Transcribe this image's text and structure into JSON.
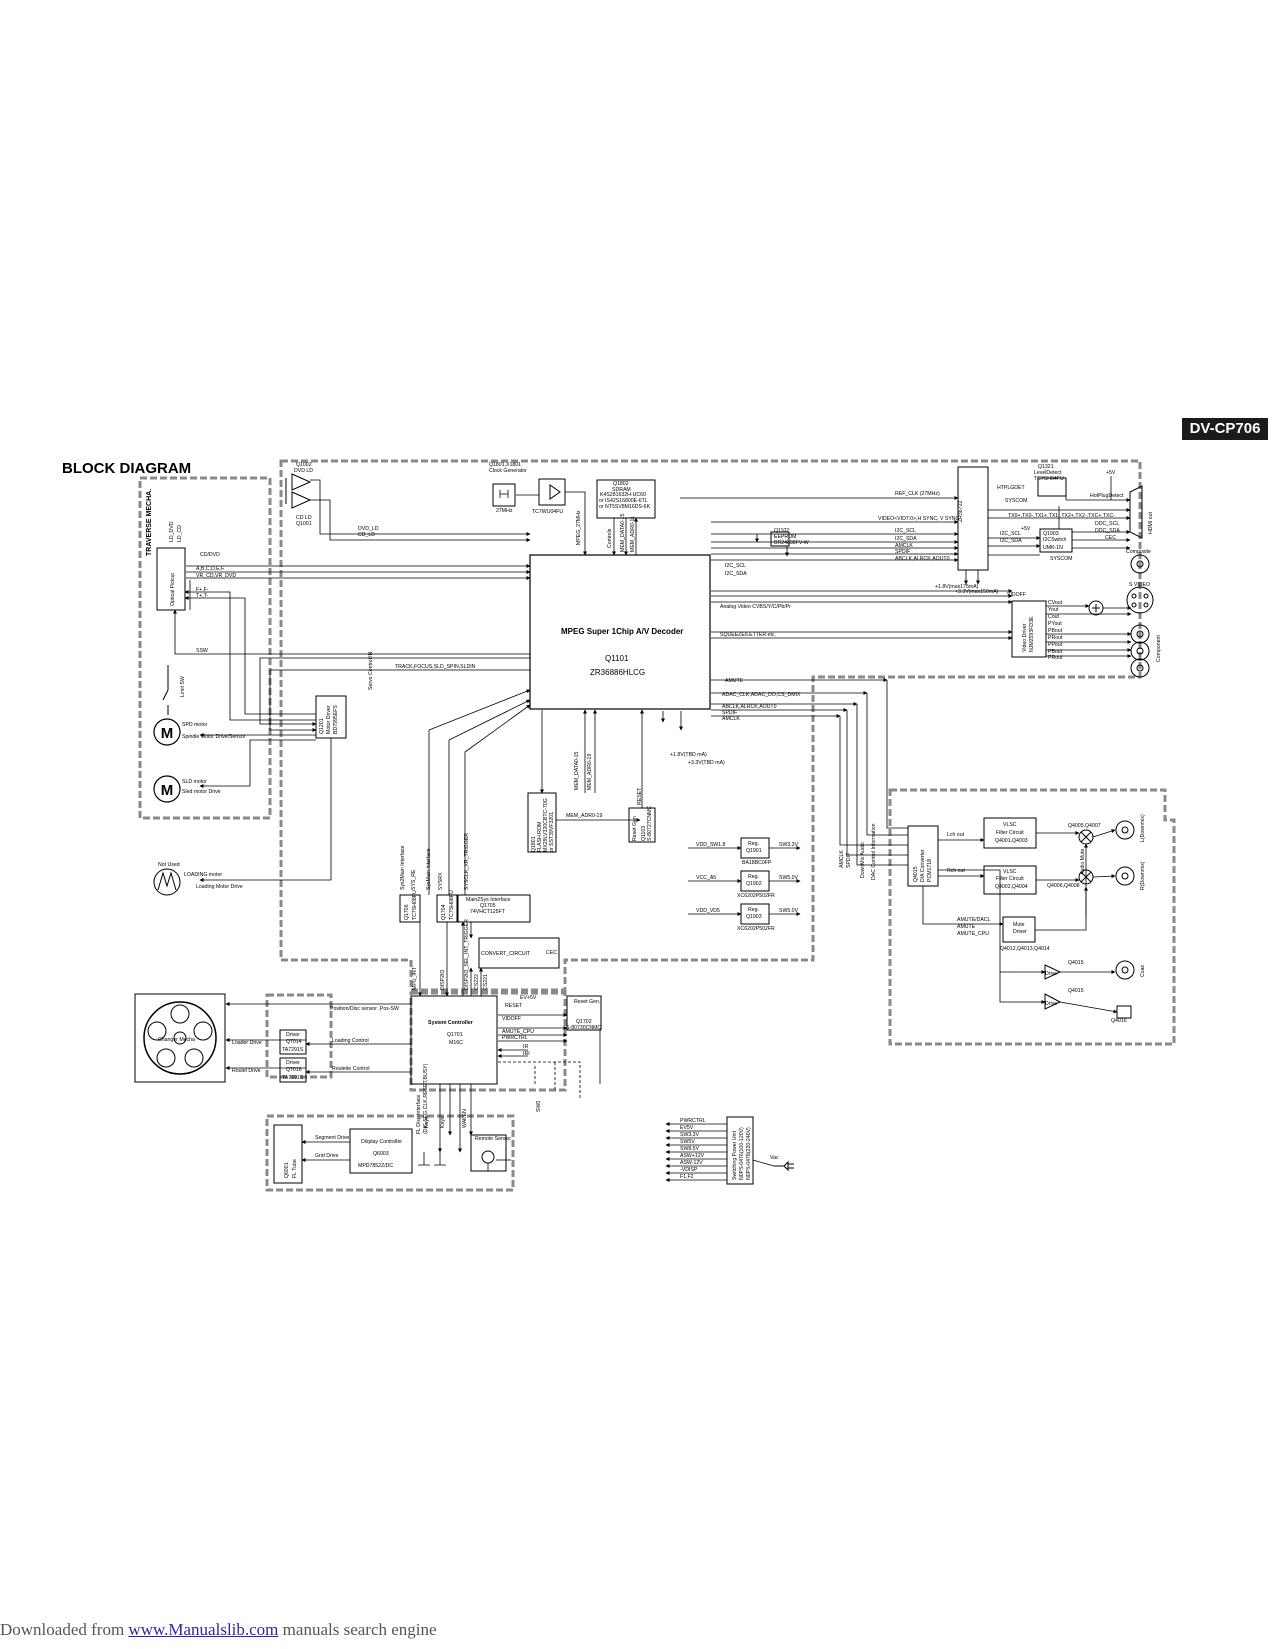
{
  "header": {
    "model": "DV-CP706",
    "title": "BLOCK DIAGRAM"
  },
  "footer": {
    "prefix": "Downloaded from ",
    "link": "www.Manualslib.com",
    "suffix": " manuals search engine"
  },
  "colors": {
    "badge_bg": "#1b1b1b",
    "line": "#000000",
    "dashed_frame": "#888888",
    "link": "#2a2aa8"
  },
  "blocks": {
    "traverse_title": "TRAVERSE MECHA.",
    "pickup": "Optical Pickup",
    "pickup_lines": [
      "LD_DVD",
      "LD_CD"
    ],
    "q1002": [
      "Q1002",
      "DVD LD"
    ],
    "q1001": [
      "CD LD",
      "Q1001"
    ],
    "clockgen": [
      "Q1801,X1801",
      "Clock Generator"
    ],
    "crystal": "27MHz",
    "buffer_ic": "TC7WU04FU",
    "sdram": [
      "Q1802",
      "SDRAM",
      "K4S281632H-UC60",
      "or IS42S16800E-6TL",
      "or NT5SV8M16DS-6K"
    ],
    "eeprom": [
      "Q1102",
      "EEPROM",
      "BR24L08FV-W"
    ],
    "decoder_title": "MPEG Super 1Chip A/V Decoder",
    "decoder_ref": "Q1101",
    "decoder_part": "ZR36886HLCG",
    "hdmi_tx": "ZR36722",
    "level_detect": [
      "Q1321",
      "LevelDetect",
      "TC7SH04FU"
    ],
    "hdmi_out": "HDMI out",
    "i2c_switch": [
      "Q1903",
      "I2CSwitch",
      "UMK-1N"
    ],
    "video_driver": [
      "Video Driver",
      "NJM2593FD3E"
    ],
    "composite": "Composite",
    "svideo": "S VIDEO",
    "component": "Component",
    "motor_driver": [
      "Q1201",
      "Motor Driver",
      "BD7995EFS"
    ],
    "limit_sw": "Limit SW",
    "spd_motor": "SPD motor",
    "sld_motor": "SLD motor",
    "loading_motor": "LOADING motor",
    "not_used": "Not Used",
    "flash": [
      "Q1801",
      "FLASH ROM",
      "MX29LV320CBTC-70G",
      "or SST39VF3201"
    ],
    "reset_gen_1": [
      "Reset Gen",
      "Q1103",
      "S-80727CNMC"
    ],
    "reg1": [
      "Reg.",
      "Q1901"
    ],
    "reg1_part": "BA18BC0FP",
    "reg2": [
      "Reg.",
      "Q1902"
    ],
    "reg2_part": "XC6202P502FR",
    "reg3": [
      "Reg.",
      "Q1903"
    ],
    "reg3_part": "XC6202P502FR",
    "reg_labels": [
      "VDD_SW1.8",
      "SW3.3V",
      "VCC_A5",
      "SW5.0V",
      "VDD_VD5",
      "SW5.0V"
    ],
    "main2sys": [
      "Main2Sys Interface",
      "Q1705",
      "74VHCT125FT"
    ],
    "convert": "CONVERT_CIRCUIT",
    "sys_ifaces": [
      "Sys2Main Interface",
      "SYS_RE",
      "SysMain Interface",
      "SYSRX",
      "SYSCLK_XR_TRIGGER"
    ],
    "q1706": [
      "Q1706",
      "TC7SH08FU"
    ],
    "q1704": [
      "Q1704",
      "TC7SH08FU"
    ],
    "sys_ctrl": [
      "System Controller",
      "Q1701",
      "M16C"
    ],
    "reset_gen_2": [
      "Reset Gen.",
      "Q1702",
      "S-80730CNMC"
    ],
    "changer": "Changer Mecha",
    "driver1": [
      "Driver",
      "Q7014",
      "TA7291S"
    ],
    "driver2": [
      "Driver",
      "Q7016",
      "TA7291S"
    ],
    "drive_labels": [
      "Loader Drive",
      "Loading Control",
      "Roulet Drive",
      "Roulette Control"
    ],
    "fl_tube": [
      "Q6001",
      "FL Tube"
    ],
    "display_ctrl": [
      "Display Controller",
      "Q6003",
      "MPD7852Z/DC"
    ],
    "remote": "Remote Sensor",
    "psu": [
      "Switching Power Unit",
      "N0PS-0476(100-120V)",
      "N0PS-0478(220-240V)"
    ],
    "psu_rails": [
      "PWRCTRL",
      "EV5V",
      "SW3.3V",
      "SW5V",
      "SW8.5V",
      "ASW+12V",
      "ASW-12V",
      "-VDISP",
      "F1,F2"
    ],
    "vac": "Vac",
    "dac": [
      "Q4015",
      "D/A Converter",
      "PCM1718"
    ],
    "vlsc1": [
      "VLSC",
      "Filter Circuit",
      "Q4001,Q4003"
    ],
    "vlsc2": [
      "VLSC",
      "Filter Circuit",
      "Q4002,Q4004"
    ],
    "mute_driver": [
      "Mute",
      "Driver"
    ],
    "mute_q": "Q4012,Q4013,Q4014",
    "audio_q": [
      "Q4005,Q4007",
      "Q4006,Q4008"
    ],
    "audio_out": [
      "L(Downmix)",
      "R(Downmix)"
    ],
    "coax": "Coax",
    "drive_amps": [
      "Q4015",
      "Drive",
      "Q4015",
      "Drive",
      "Q4016"
    ],
    "audio_mute": "Audio Mute",
    "power_notes": [
      "+1.8V(max175mA)",
      "+3.3V(max150mA)",
      "+1.8V(TBD mA)",
      "+3.3V(TBD mA)"
    ]
  },
  "signals": {
    "pickup": [
      "CD/DVD",
      "A,B,C,D,E,F",
      "VR_CD,VR_DVD",
      "F+,F-",
      "T+,T-",
      "SSW"
    ],
    "decoder_top": [
      "DVD_LD",
      "CD_LD",
      "MPEG_27MHz",
      "Controls",
      "MEM_DATA0-15",
      "MEM_ADR0-11"
    ],
    "hdmi_in": [
      "REF_CLK (27MHz)",
      "VIDEO<VID7:0>,H SYNC, V SYNC",
      "I2C_SCL",
      "I2C_SDA",
      "AMCLK",
      "SPDIF",
      "ABCLK,ALRCK,AOUT0"
    ],
    "hdmi_side": [
      "HTPLGDET",
      "SYSCOM",
      "TX0+,TX0-,TX1+,TX1-,TX2+,TX2-,TXC+,TXC-",
      "DDC_SCL",
      "DDC_SDA",
      "CEC",
      "HotPlugDetect",
      "I2C_SCL",
      "I2C_SDA",
      "SYSCOM",
      "+5V",
      "+5V"
    ],
    "eeprom_bus": [
      "I2C_SCL",
      "I2C_SDA"
    ],
    "video": [
      "Analog Video CVBS/Y/C/Pb/Pr",
      "SQUEEZE/LETTER etc.",
      "VIDOFF",
      "CVout",
      "Yout",
      "Cout",
      "PYout",
      "PBout",
      "PRout",
      "PPout",
      "PBout",
      "PRout"
    ],
    "servo": [
      "TRACK,FOCUS,SLD_SPIN,SLDIN",
      "Servo Control IN"
    ],
    "motor": [
      "Spindle Motor Drive/Sensor",
      "Sled motor Drive",
      "Loading Motor Drive"
    ],
    "audio": [
      "AMUTE",
      "ADAC_CLK,ADAC_DO,CS_DMIX",
      "ABCLK,ALRCK,AOUT0",
      "SPDIF",
      "AMCLK",
      "Lch out",
      "Rch out",
      "AMUTE/DACL",
      "AMUTE",
      "AMUTE_CPU",
      "DAC Control Information",
      "DownMix Audio",
      "AMCLK",
      "SPDIF"
    ],
    "flash_bus": [
      "MEM_DATA0-15",
      "MEM_ADR0-19",
      "MEM_ADR0-19",
      "RESET"
    ],
    "sys": [
      "MPU_INT",
      "DISP2IO",
      "DISP2IO_SEL_INT_TRIGGER",
      "CS222",
      "CS221",
      "Position/Disc sensor ,Pos-SW",
      "EV+5V",
      "RESET",
      "VIDOFF",
      "AMUTE_CPU",
      "PWRCTRL",
      "IR",
      "IRI",
      "CEC",
      "SW0",
      "Keys",
      "Keys",
      "WAKEN",
      "FL Disp Interface",
      "(DIG,SEG,CLK,RESET,BUSY)",
      "Segment Drive",
      "Grid Drive"
    ]
  }
}
